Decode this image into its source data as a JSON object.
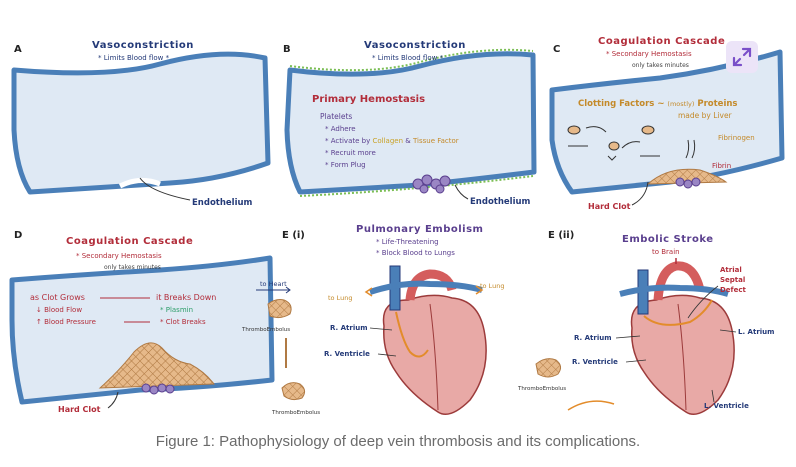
{
  "colors": {
    "vessel_fill": "#dfe9f4",
    "vessel_wall": "#4a7fb8",
    "red_label": "#b22d3a",
    "purple_label": "#5a3f8e",
    "navy_label": "#243a78",
    "clot": "#e6b98a",
    "platelet": "#9a86c4",
    "collagen": "#c9a227",
    "tissue_factor": "#c48a2a",
    "plasmin": "#2e9e6a",
    "expand_button": "#ece4f8"
  },
  "panel_a": {
    "letter": "A",
    "title": "Vasoconstriction",
    "subtitle": "* Limits Blood flow *",
    "endothelium": "Endothelium"
  },
  "panel_b": {
    "letter": "B",
    "title": "Vasoconstriction",
    "subtitle": "* Limits Blood flow *",
    "heading": "Primary Hemostasis",
    "platelets": "Platelets",
    "item_adhere": "* Adhere",
    "item_activate_pre": "* Activate by",
    "item_collagen": "Collagen",
    "item_amp": "&",
    "item_tissue": "Tissue Factor",
    "item_recruit": "* Recruit more",
    "item_plug": "* Form Plug",
    "endothelium": "Endothelium"
  },
  "panel_c": {
    "letter": "C",
    "title": "Coagulation Cascade",
    "subtitle": "* Secondary Hemostasis",
    "note": "only takes minutes",
    "factors_pre": "Clotting Factors ~",
    "factors_mostly": "(mostly)",
    "factors_post": "Proteins",
    "factors_line2": "made by Liver",
    "fibrinogen": "Fibrinogen",
    "fibrin": "Fibrin",
    "hard_clot": "Hard Clot",
    "expand_icon": "expand-arrows-icon"
  },
  "panel_d": {
    "letter": "D",
    "title": "Coagulation Cascade",
    "subtitle": "* Secondary Hemostasis",
    "note": "only takes minutes",
    "clot_grows": "as Clot Grows",
    "breaks_down": "it Breaks Down",
    "blood_flow": "↓ Blood Flow",
    "plasmin": "* Plasmin",
    "pressure": "↑ Blood Pressure",
    "clot_breaks": "* Clot Breaks",
    "hard_clot": "Hard Clot"
  },
  "panel_ei": {
    "letter": "E (i)",
    "title": "Pulmonary Embolism",
    "bullet1": "* Life-Threatening",
    "bullet2": "* Block Blood to Lungs",
    "to_heart": "to Heart",
    "to_lung_left": "to Lung",
    "to_lung_right": "to Lung",
    "r_atrium": "R. Atrium",
    "r_ventricle": "R. Ventricle",
    "thromboembolus_1": "ThromboEmbolus",
    "thromboembolus_2": "ThromboEmbolus"
  },
  "panel_eii": {
    "letter": "E (ii)",
    "title": "Embolic Stroke",
    "to_brain": "to Brain",
    "asd": [
      "Atrial",
      "Septal",
      "Defect"
    ],
    "r_atrium": "R. Atrium",
    "r_ventricle": "R. Ventricle",
    "l_atrium": "L. Atrium",
    "l_ventricle": "L. Ventricle",
    "thromboembolus": "ThromboEmbolus"
  },
  "caption": "Figure 1: Pathophysiology of deep vein thrombosis and its complications."
}
